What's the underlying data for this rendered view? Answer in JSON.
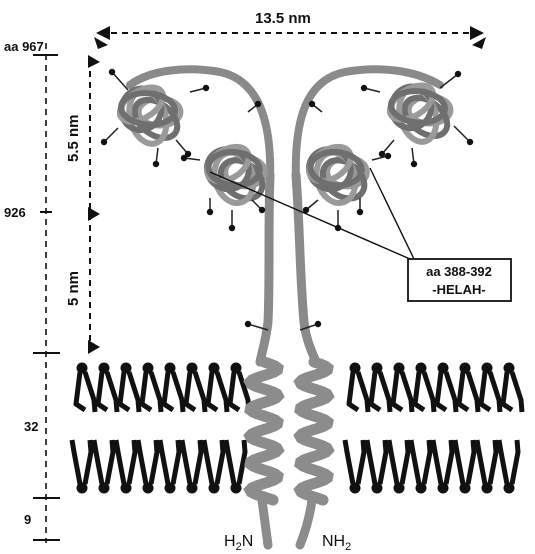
{
  "top_left_label": "aa 967",
  "width_label": "13.5 nm",
  "upper_height_label": "5.5 nm",
  "lower_height_label": "5 nm",
  "aa_926_label": "926",
  "membrane_32_label": "32",
  "membrane_9_label": "9",
  "callout": {
    "line1": "aa 388-392",
    "line2": "-HELAH-"
  },
  "termini": {
    "left_base": "H",
    "left_sub": "2",
    "left_tail": "N",
    "right_base": "NH",
    "right_sub": "2"
  }
}
